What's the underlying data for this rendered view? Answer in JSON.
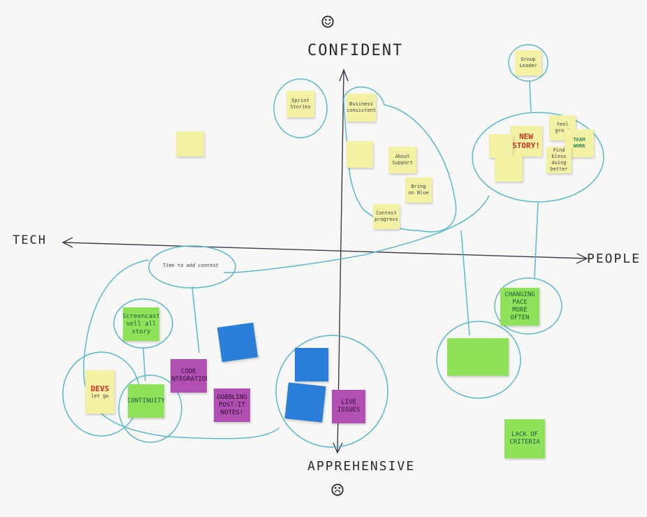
{
  "axes": {
    "top": "CONFIDENT",
    "bottom": "APPREHENSIVE",
    "left": "TECH",
    "right": "PEOPLE"
  },
  "faces": {
    "happy": "☺",
    "sad": "☹"
  },
  "colors": {
    "line": "#5ab8c8",
    "axis": "#3a3a4a",
    "yellow": "#f2f1a4",
    "green": "#8fe35a",
    "magenta": "#b24fb3",
    "blue": "#2c7fd9"
  },
  "notes": {
    "sprint_stories": "Sprint Stories",
    "business_consistent": "Business consistent",
    "usage_story": "",
    "small_yellow_left": "",
    "about_support": "About Support",
    "bring_on_blue": "Bring on Blue",
    "context_progress": "Context progress",
    "group_leader": "Group Leader",
    "new_story": "NEW STORY!",
    "feel_great": "feel great",
    "team_work": "TEAM WORK",
    "find_bless": "Find bless doing better",
    "time_context": "Time to add context",
    "screencast": "Screencast sell all story",
    "devs": "DEVS",
    "devs_sub": "let go",
    "continuity": "CONTINUITY",
    "code_integration": "CODE INTEGRATION",
    "gobbling_postit": "GOBBLING POST-IT NOTES!",
    "live_issues": "LIVE ISSUES",
    "changing_pace": "CHANGING PACE MORE OFTEN",
    "lack_of_criteria": "LACK OF CRITERIA",
    "big_green": ""
  }
}
